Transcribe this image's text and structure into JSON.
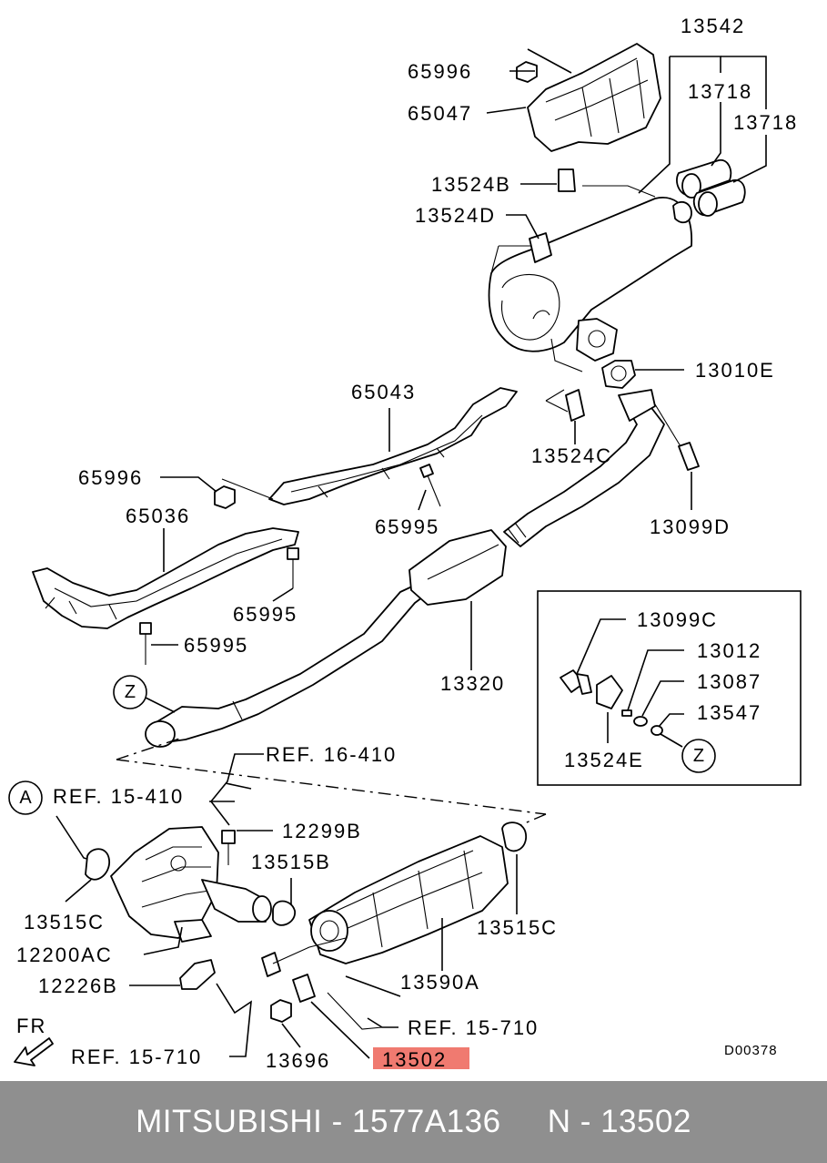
{
  "diagram": {
    "labels": {
      "p13542": "13542",
      "p65996_top": "65996",
      "p13718_a": "13718",
      "p65047": "65047",
      "p13718_b": "13718",
      "p13524B": "13524B",
      "p13524D": "13524D",
      "p13010E": "13010E",
      "p65043": "65043",
      "p13524C": "13524C",
      "p65996_mid": "65996",
      "p65036": "65036",
      "p65995_a": "65995",
      "p13099D": "13099D",
      "p65995_b": "65995",
      "p65995_c": "65995",
      "p13320": "13320",
      "p13099C": "13099C",
      "p13012": "13012",
      "p13087": "13087",
      "p13547": "13547",
      "p13524E": "13524E",
      "ref_16_410": "REF. 16-410",
      "ref_15_410": "REF. 15-410",
      "p12299B": "12299B",
      "p13515B": "13515B",
      "p13515C_left": "13515C",
      "p13515C_right": "13515C",
      "p12200AC": "12200AC",
      "p13590A": "13590A",
      "p12226B": "12226B",
      "ref_15_710_right": "REF. 15-710",
      "ref_15_710_left": "REF. 15-710",
      "p13696": "13696",
      "p13502": "13502",
      "diagram_code": "D00378",
      "fr": "FR"
    },
    "callouts": {
      "z_main": "Z",
      "z_inset": "Z",
      "a_circle": "A"
    },
    "highlight_color": "#f07a70"
  },
  "footer": {
    "text": "MITSUBISHI - 1577A136     N - 13502",
    "background": "#8f8f8f"
  }
}
